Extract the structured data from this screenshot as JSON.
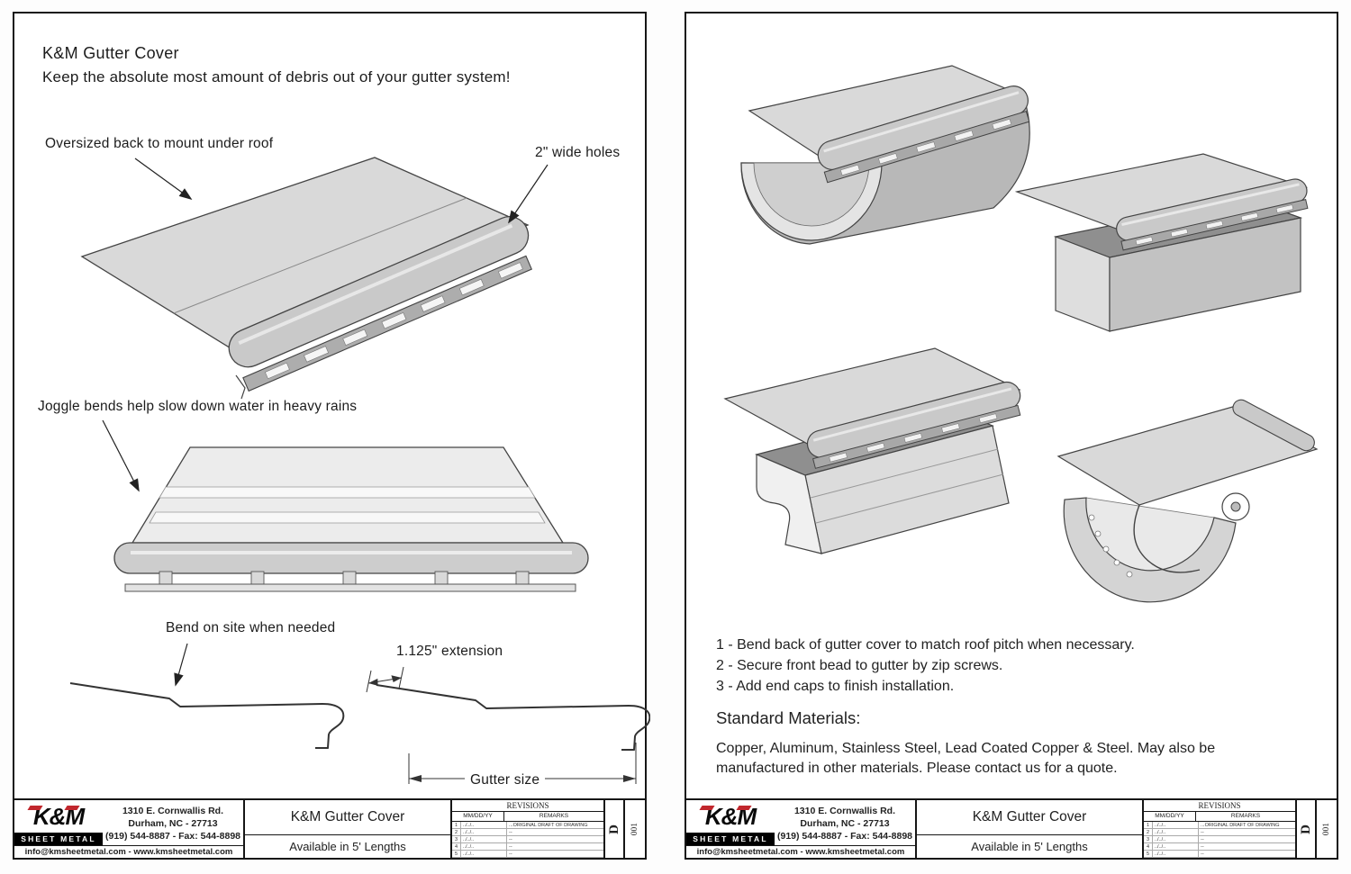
{
  "colors": {
    "brand_red": "#c1272d",
    "ink": "#1c1c1c",
    "metal_light": "#d9d9d9",
    "metal_mid": "#c9c9c9",
    "metal_dark": "#8f8f8f"
  },
  "left_page": {
    "title": "K&M Gutter Cover",
    "subtitle": "Keep the absolute most amount of debris out of your gutter system!",
    "label_oversized_back": "Oversized back to mount under roof",
    "label_wide_holes": "2\" wide holes",
    "label_joggle": "Joggle bends help slow down water in heavy rains",
    "label_bend_on_site": "Bend on site when needed",
    "label_extension": "1.125\" extension",
    "label_gutter_size": "Gutter size"
  },
  "right_page": {
    "instructions": [
      "1 - Bend back of gutter cover to match roof pitch when necessary.",
      "2 - Secure front bead to gutter by zip screws.",
      "3 - Add end caps to finish installation."
    ],
    "materials_heading": "Standard Materials:",
    "materials_body": "Copper, Aluminum, Stainless Steel, Lead Coated Copper & Steel. May also be manufactured in other materials. Please contact us for a quote."
  },
  "title_block": {
    "logo_text": "K&M",
    "logo_subtext": "SHEET METAL",
    "address_line1": "1310 E. Cornwallis Rd.",
    "address_line2": "Durham, NC - 27713",
    "address_line3": "(919) 544-8887 - Fax: 544-8898",
    "contact_line": "info@kmsheetmetal.com - www.kmsheetmetal.com",
    "drawing_title": "K&M Gutter Cover",
    "drawing_subtitle": "Available in 5' Lengths",
    "revisions": {
      "title": "REVISIONS",
      "col_date": "MM/DD/YY",
      "col_remarks": "REMARKS",
      "rows": [
        {
          "num": "1",
          "date": "../../..",
          "remark": "...ORIGINAL DRAFT OF DRAWING"
        },
        {
          "num": "2",
          "date": "../../..",
          "remark": "--"
        },
        {
          "num": "3",
          "date": "../../..",
          "remark": "--"
        },
        {
          "num": "4",
          "date": "../../..",
          "remark": "--"
        },
        {
          "num": "5",
          "date": "../../..",
          "remark": "--"
        }
      ]
    },
    "sheet_letter": "D",
    "sheet_number": "001"
  }
}
